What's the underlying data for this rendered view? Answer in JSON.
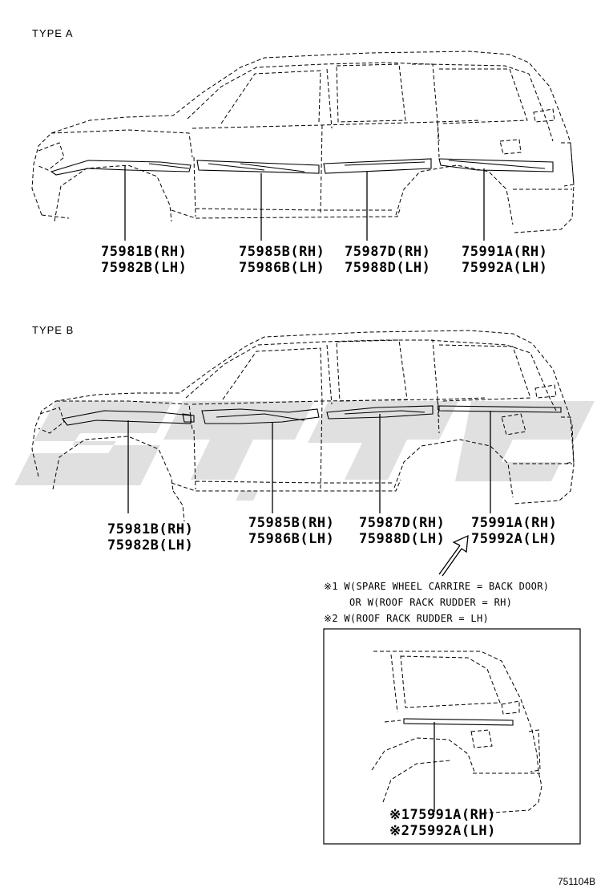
{
  "type_a": {
    "title": "TYPE A",
    "labels": [
      {
        "rh": "75981B(RH)",
        "lh": "75982B(LH)"
      },
      {
        "rh": "75985B(RH)",
        "lh": "75986B(LH)"
      },
      {
        "rh": "75987D(RH)",
        "lh": "75988D(LH)"
      },
      {
        "rh": "75991A(RH)",
        "lh": "75992A(LH)"
      }
    ]
  },
  "type_b": {
    "title": "TYPE B",
    "labels": [
      {
        "rh": "75981B(RH)",
        "lh": "75982B(LH)"
      },
      {
        "rh": "75985B(RH)",
        "lh": "75986B(LH)"
      },
      {
        "rh": "75987D(RH)",
        "lh": "75988D(LH)"
      },
      {
        "rh": "75991A(RH)",
        "lh": "75992A(LH)"
      }
    ]
  },
  "notes": {
    "line1": "※1 W(SPARE WHEEL CARRIRE = BACK DOOR)",
    "line2": "OR W(ROOF RACK RUDDER = RH)",
    "line3": "※2 W(ROOF RACK RUDDER = LH)"
  },
  "detail": {
    "rh": "※175991A(RH)",
    "lh": "※275992A(LH)"
  },
  "diagram_code": "751104B"
}
